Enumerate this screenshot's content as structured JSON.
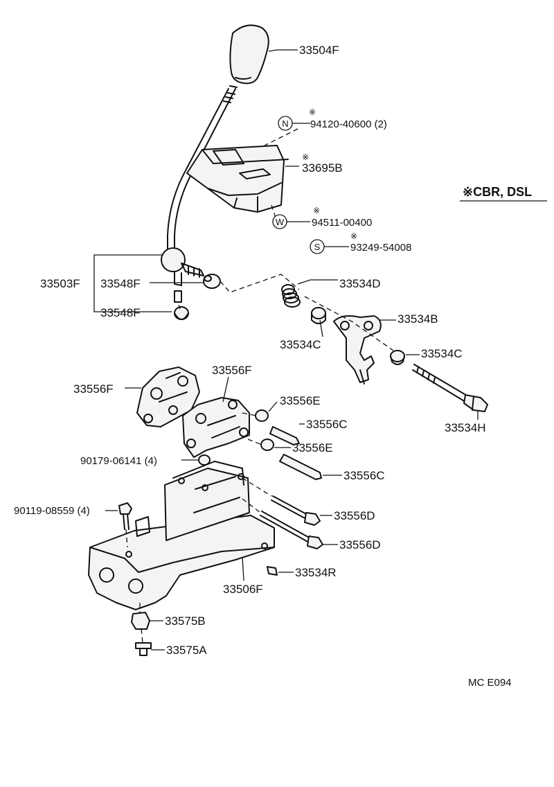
{
  "legend": {
    "text": "※CBR, DSL"
  },
  "footer": {
    "code": "MC  E094"
  },
  "note_mark": "※",
  "parts": {
    "knob": "33504F",
    "bolt_n": "94120-40600 (2)",
    "bolt_n_symbol": "N",
    "cover": "33695B",
    "washer": "94511-00400",
    "washer_symbol": "W",
    "screw": "93249-54008",
    "screw_symbol": "S",
    "lever_sub": "33503F",
    "bush_upper": "33548F",
    "bush_lower": "33548F",
    "spring": "33534D",
    "lever_b": "33534B",
    "bush_c_left": "33534C",
    "bush_c_right": "33534C",
    "shaft_h": "33534H",
    "bracket_left": "33556F",
    "bracket_top": "33556F",
    "collar_e_upper": "33556E",
    "pin_c_upper": "33556C",
    "collar_e_lower": "33556E",
    "pin_c_lower": "33556C",
    "nut_bolt": "90179-06141 (4)",
    "bolt_side": "90119-08559 (4)",
    "bolt_d_upper": "33556D",
    "bolt_d_lower": "33556D",
    "clip_r": "33534R",
    "housing": "33506F",
    "grommet": "33575B",
    "retainer": "33575A"
  }
}
